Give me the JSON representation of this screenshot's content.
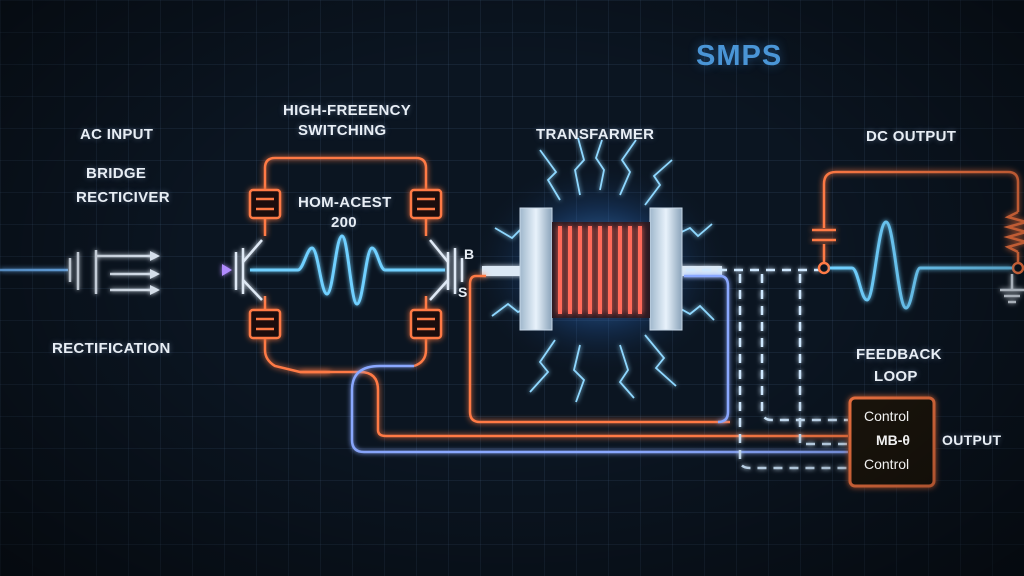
{
  "title": "SMPS",
  "labels": {
    "ac_input": "AC INPUT",
    "bridge": "BRIDGE",
    "recticiver": "RECTICIVER",
    "rectification": "RECTIFICATION",
    "hf_line1": "HIGH-FREEENCY",
    "hf_line2": "SWITCHING",
    "hom_line1": "HOM-ACEST",
    "hom_line2": "200",
    "pin_b": "B",
    "pin_s": "S",
    "transformer": "TRANSFARMER",
    "dc_output": "DC OUTPUT",
    "feedback_line1": "FEEDBACK",
    "feedback_line2": "LOOP",
    "control_top": "Control",
    "control_mid": "MB-θ",
    "control_bottom": "Control",
    "output": "OUTPUT"
  },
  "colors": {
    "orange": "#ff7a45",
    "blue": "#6fb8ff",
    "purple": "#9a7dff",
    "title": "#4a95d6",
    "lightning": "#7fd0ff"
  }
}
